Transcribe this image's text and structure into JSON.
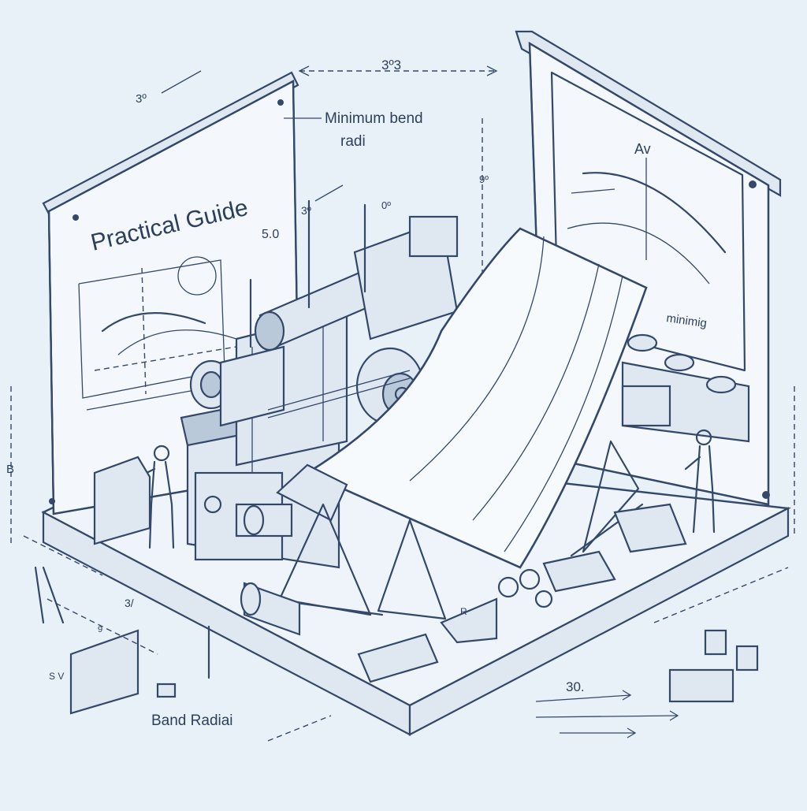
{
  "texts": {
    "board_title": "Practical Guide",
    "callout": "Minimum bend",
    "callout_line2": "radi",
    "right_board_label": "minimig",
    "right_board_top": "Av",
    "footer_label": "Band Radiai",
    "dim_top": "3º3",
    "dim_top_left": "3º",
    "dim_mid_left": "3º",
    "dim_mid_0p": "0º",
    "dim_50": "5.0",
    "dim_90": "9º",
    "dim_b": "B",
    "dim_31": "3/",
    "dim_30": "30.",
    "dim_sv": "S V",
    "dim_9": "9",
    "dim_r": "R"
  },
  "colors": {
    "background": "#e9f1f8",
    "ink": "#34486a",
    "panel": "#f4f8fc",
    "metal": "#dfe8f1",
    "metal_dark": "#b9c9da"
  }
}
